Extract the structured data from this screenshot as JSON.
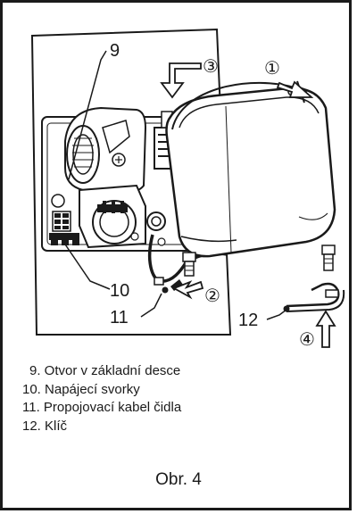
{
  "diagram": {
    "callouts": {
      "c9": "9",
      "c10": "10",
      "c11": "11",
      "c12": "12"
    },
    "steps": {
      "s1": "①",
      "s2": "②",
      "s3": "③",
      "s4": "④"
    }
  },
  "legend": {
    "items": [
      "9. Otvor v základní desce",
      "10. Napájecí svorky",
      "11. Propojovací kabel čidla",
      "12. Klíč"
    ]
  },
  "caption": "Obr. 4"
}
